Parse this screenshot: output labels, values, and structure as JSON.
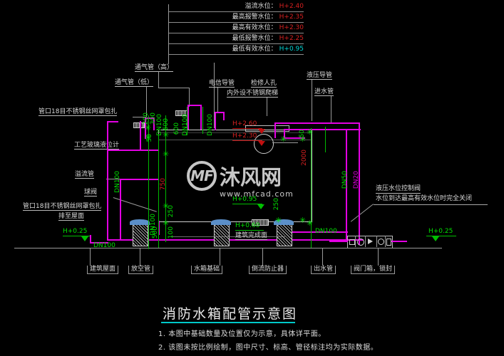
{
  "drawing": {
    "title": "消防水箱配管示意图",
    "notes": [
      "1. 本图中基础数量及位置仅为示意，具体详平面。",
      "2. 该图未按比例绘制，图中尺寸、标高、管径标注均为实际数据。"
    ],
    "watermark": {
      "logo": "MF",
      "brand": "沐风网",
      "url": "www.mfcad.com"
    }
  },
  "water_levels": [
    {
      "name": "溢流水位：",
      "value": "H+2.40",
      "color": "#d62020"
    },
    {
      "name": "最高报警水位：",
      "value": "H+2.35",
      "color": "#d62020"
    },
    {
      "name": "最高有效水位：",
      "value": "H+2.30",
      "color": "#d62020"
    },
    {
      "name": "最低报警水位：",
      "value": "H+2.25",
      "color": "#d62020"
    },
    {
      "name": "最低有效水位：",
      "value": "H+0.95",
      "color": "#00c8c8"
    }
  ],
  "callouts": {
    "vent_high": "通气管（高）",
    "vent_low": "通气管（低）",
    "mesh_wrap_top": "管口18目不锈钢丝网罩包扎",
    "mesh_wrap_left": "管口18目不锈钢丝网罩包扎",
    "drain_to_roof": "排至屋面",
    "telecom_conduit": "电信导管",
    "manhole": "检修人孔",
    "ladder": "内外设不锈钢爬梯",
    "hydraulic_conduit": "液压导管",
    "inlet_pipe": "进水管",
    "glass_gauge": "工艺玻璃液位计",
    "overflow_pipe": "溢流管",
    "ball_valve": "球阀",
    "hydraulic_valve_title": "液压水位控制阀",
    "hydraulic_valve_desc": "水位到达最高有效水位时完全关闭",
    "finished_surface": "建筑完成面"
  },
  "bottom_labels": [
    "建筑屋面",
    "放空管",
    "水箱基础",
    "倒流防止器",
    "出水管",
    "阀门箱，锁封"
  ],
  "elevations": {
    "e_left_025": "H+0.25",
    "e_right_025": "H+0.25",
    "e_260": "H+2.60",
    "e_230": "H+2.30",
    "e_095": "H+0.95",
    "e_060": "H+0.60"
  },
  "dimensions": {
    "d200": "200",
    "d300": "300",
    "d50_left": "50",
    "d600_a": "600",
    "d600_b": "600",
    "d750": "750",
    "d250_left": "250",
    "d500": "500",
    "d100": "100",
    "d2000": "2000",
    "d50_right": "50",
    "d250_right": "250"
  },
  "pipe_sizes": {
    "dn100_vent_low": "DN100",
    "dn100_vent_high": "DN100",
    "dn100_telecom": "DN100",
    "dn100_overflow": "DN100",
    "dn100_drain": "DN100",
    "dn100_outlet": "DN100",
    "dn100_bottom_left": "DN100",
    "dn50": "DN50",
    "dn20": "DN20"
  }
}
